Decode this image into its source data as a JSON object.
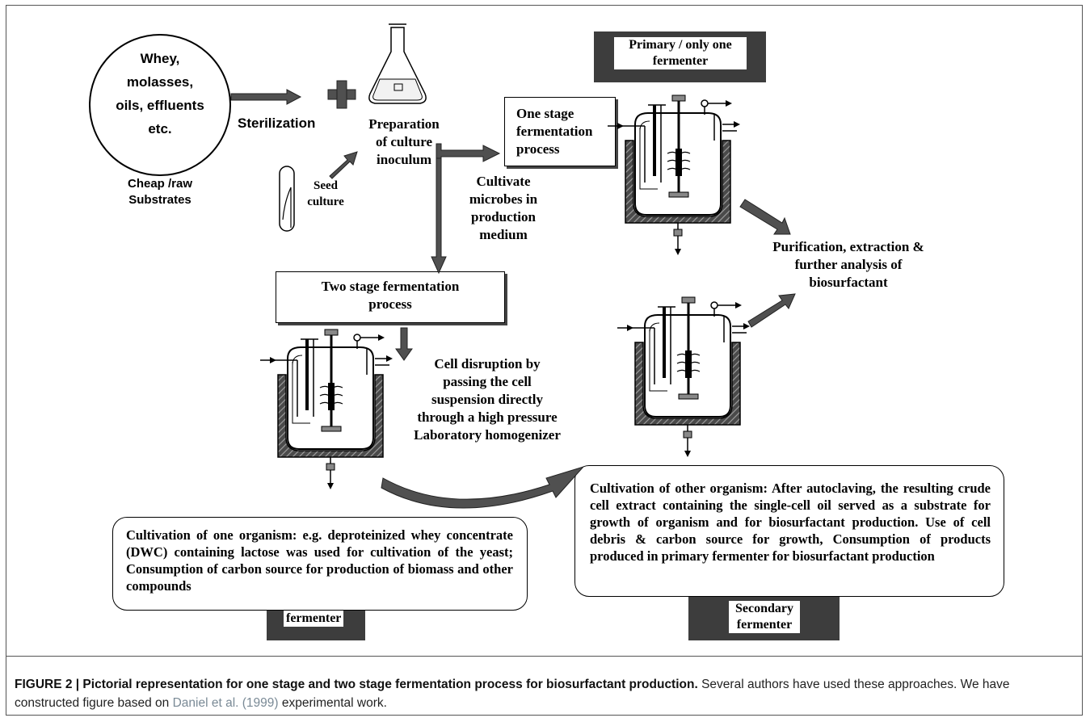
{
  "substrates": {
    "circle_text": [
      "Whey,",
      "molasses,",
      "oils, effluents",
      "etc."
    ],
    "caption": [
      "Cheap /raw",
      "Substrates"
    ]
  },
  "labels": {
    "sterilization": "Sterilization",
    "preparation": [
      "Preparation",
      "of culture",
      "inoculum"
    ],
    "seed_culture": [
      "Seed",
      "culture"
    ],
    "cultivate": [
      "Cultivate",
      "microbes in",
      "production",
      "medium"
    ],
    "cell_disruption": [
      "Cell disruption by",
      "passing the cell",
      "suspension directly",
      "through a high pressure",
      "Laboratory homogenizer"
    ],
    "purification": [
      "Purification, extraction &",
      "further analysis of",
      "biosurfactant"
    ]
  },
  "boxes": {
    "one_stage": [
      "One stage",
      "fermentation",
      "process"
    ],
    "two_stage": [
      "Two stage fermentation",
      "process"
    ]
  },
  "plates": {
    "primary": [
      "Primary / only one",
      "fermenter"
    ],
    "fermenter_left": "fermenter",
    "secondary": [
      "Secondary",
      "fermenter"
    ]
  },
  "notes": {
    "one_organism": "Cultivation of one organism: e.g. deproteinized whey concentrate (DWC) containing lactose was used for cultivation of the yeast; Consumption of carbon source for production of biomass and other compounds",
    "other_organism": "Cultivation of other organism: After autoclaving, the resulting crude cell extract containing the single-cell oil served as a substrate for growth of organism and for biosurfactant production. Use of cell debris & carbon source for growth, Consumption of products produced in primary fermenter for biosurfactant production"
  },
  "figure_caption": {
    "label": "FIGURE 2 | Pictorial representation for one stage and two stage fermentation process for biosurfactant production.",
    "text_1": " Several authors have used these approaches. We have constructed figure based on ",
    "reference": "Daniel et al. (1999)",
    "text_2": " experimental work."
  },
  "colors": {
    "arrow_fill": "#505050",
    "plate_fill": "#3d3d3d",
    "jacket_fill": "#4a4a4a"
  }
}
